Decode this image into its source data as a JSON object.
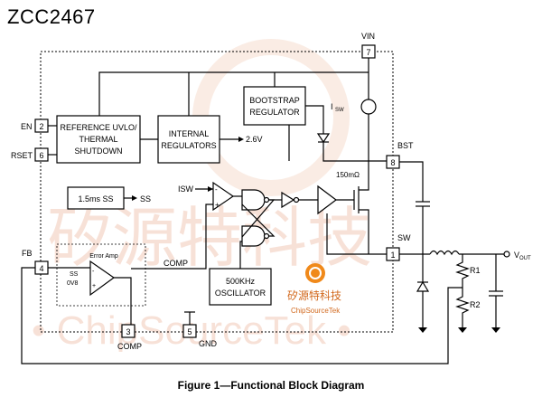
{
  "header": {
    "chip_id": "ZCC2467"
  },
  "pins": {
    "vin": {
      "num": "7",
      "name": "VIN"
    },
    "en": {
      "num": "2",
      "name": "EN"
    },
    "rset": {
      "num": "6",
      "name": "RSET"
    },
    "bst": {
      "num": "8",
      "name": "BST"
    },
    "sw": {
      "num": "1",
      "name": "SW"
    },
    "fb": {
      "num": "4",
      "name": "FB"
    },
    "comp": {
      "num": "3",
      "name": "COMP"
    },
    "gnd": {
      "num": "5",
      "name": "GND"
    }
  },
  "blocks": {
    "ref_uvlo": [
      "REFERENCE UVLO/",
      "THERMAL",
      "SHUTDOWN"
    ],
    "internal_reg": [
      "INTERNAL",
      "REGULATORS"
    ],
    "bootstrap": [
      "BOOTSTRAP",
      "REGULATOR"
    ],
    "soft_start": "1.5ms SS",
    "oscillator": [
      "500KHz",
      "OSCILLATOR"
    ],
    "error_amp": "Error Amp"
  },
  "labels": {
    "v26": "2.6V",
    "isw_current": "I",
    "isw_sub": "SW",
    "ss_out": "SS",
    "isw_in": "ISW",
    "rdson": "150mΩ",
    "comp_node": "COMP",
    "amp_ss": "SS",
    "amp_0v8": "0V8",
    "vout": "V",
    "vout_sub": "OUT",
    "r1": "R1",
    "r2": "R2",
    "plus": "+",
    "minus": "-"
  },
  "caption": "Figure 1—Functional Block Diagram",
  "watermark": {
    "logo_cn": "矽源特科技",
    "logo_en": "ChipSourceTek",
    "big_cn": "矽源特科技",
    "big_en": "• ChipSourceTek •"
  },
  "colors": {
    "watermark": "#f2c9b8",
    "logo_orange": "#f0891a"
  }
}
